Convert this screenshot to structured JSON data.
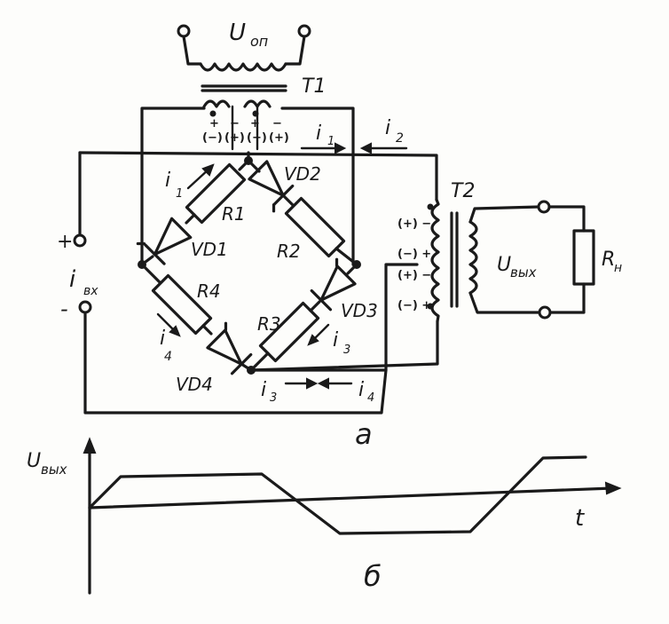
{
  "circuit": {
    "supply_label": "U",
    "supply_sub": "оп",
    "t1": "T1",
    "t2": "T2",
    "r1": "R1",
    "r2": "R2",
    "r3": "R3",
    "r4": "R4",
    "vd1": "VD1",
    "vd2": "VD2",
    "vd3": "VD3",
    "vd4": "VD4",
    "i1": "i",
    "i1_sub": "1",
    "i2": "i",
    "i2_sub": "2",
    "i3": "i",
    "i3_sub": "3",
    "i4": "i",
    "i4_sub": "4",
    "i_in": "i",
    "i_in_sub": "вх",
    "plus": "+",
    "minus": "-",
    "out_label": "U",
    "out_sub": "вых",
    "load_label": "R",
    "load_sub": "н",
    "t1_pol_plus": "+",
    "t1_pol_minus": "−",
    "t1_pol_a": "(−)",
    "t1_pol_b": "(+)",
    "t2_pol_1": "(+) −",
    "t2_pol_2": "(−) +",
    "caption": "a"
  },
  "waveform": {
    "ylabel": "U",
    "ylabel_sub": "вых",
    "xlabel": "t",
    "caption": "б"
  }
}
